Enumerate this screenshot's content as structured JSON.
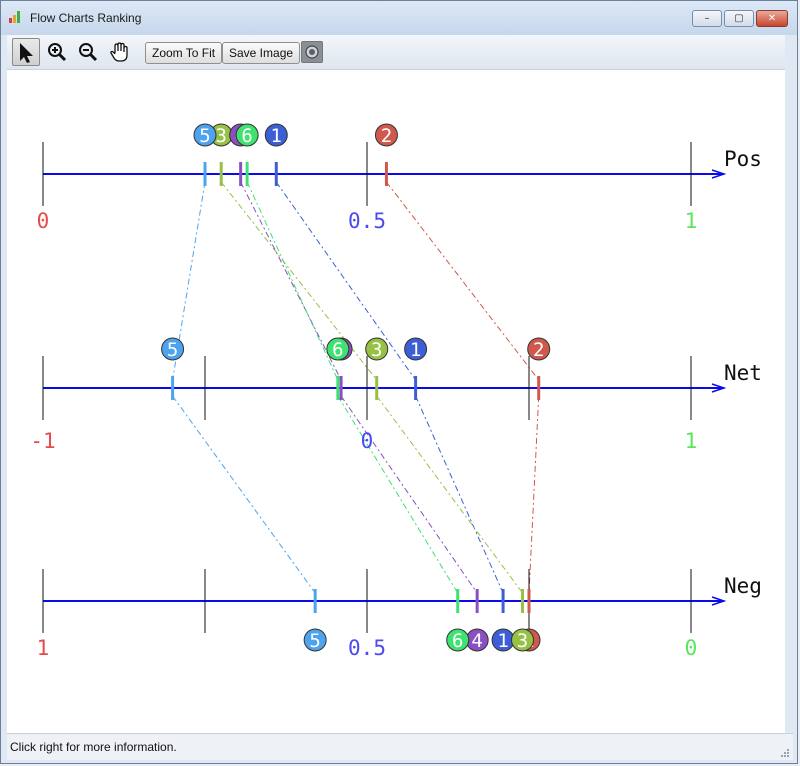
{
  "window": {
    "title": "Flow Charts Ranking",
    "controls": {
      "minimize": "–",
      "maximize": "▢",
      "close": "✕"
    }
  },
  "toolbar": {
    "tools": [
      "pointer-icon",
      "zoom-in-icon",
      "zoom-out-icon",
      "pan-hand-icon"
    ],
    "zoom_to_fit_label": "Zoom To Fit",
    "save_image_label": "Save Image",
    "camera_icon": "camera-icon"
  },
  "status": {
    "text": "Click right for more information."
  },
  "colors": {
    "axis": "#0a0aee",
    "left_label": "#e84a4a",
    "mid_label": "#4b4bee",
    "right_label": "#5ae65a",
    "items": {
      "1": "#3d5fd6",
      "2": "#d0584c",
      "3": "#97c144",
      "4": "#8a4fc0",
      "5": "#4ea3ee",
      "6": "#3de26f"
    }
  },
  "chart_data": {
    "type": "scatter",
    "axes": [
      {
        "name": "Pos",
        "tick_labels": [
          "0",
          "0.5",
          "1"
        ],
        "range": [
          0,
          1
        ],
        "ticks": [
          0,
          0.5,
          1
        ],
        "values": {
          "1": 0.36,
          "2": 0.53,
          "3": 0.275,
          "4": 0.305,
          "5": 0.25,
          "6": 0.315
        }
      },
      {
        "name": "Net",
        "tick_labels": [
          "-1",
          "0",
          "1"
        ],
        "range": [
          -1,
          1
        ],
        "ticks": [
          -1,
          -0.5,
          0,
          0.5,
          1
        ],
        "values": {
          "1": 0.15,
          "2": 0.53,
          "3": 0.03,
          "4": -0.08,
          "5": -0.6,
          "6": -0.09
        }
      },
      {
        "name": "Neg",
        "tick_labels": [
          "1",
          "0.5",
          "0"
        ],
        "range": [
          1,
          0
        ],
        "ticks": [
          1,
          0.75,
          0.5,
          0.25,
          0
        ],
        "values": {
          "1": 0.29,
          "2": 0.25,
          "3": 0.26,
          "4": 0.33,
          "5": 0.58,
          "6": 0.36
        }
      }
    ],
    "items": [
      "1",
      "2",
      "3",
      "4",
      "5",
      "6"
    ],
    "label_positions": [
      "above",
      "above",
      "below"
    ]
  }
}
